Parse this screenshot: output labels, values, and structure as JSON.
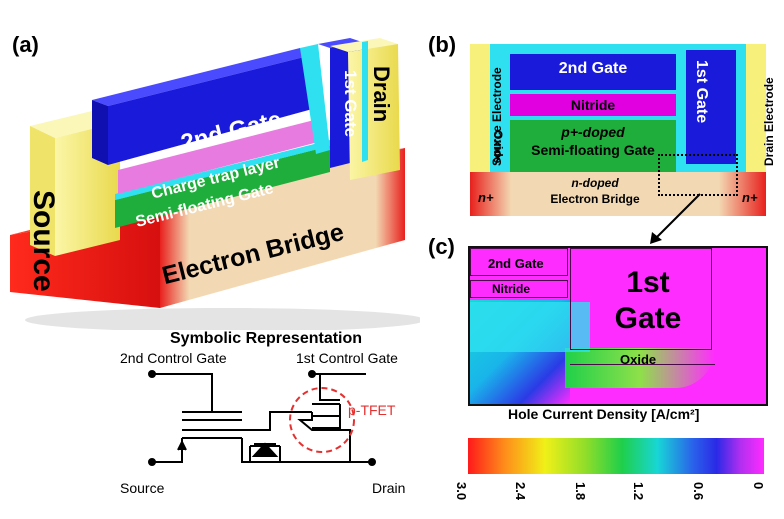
{
  "panel_a": {
    "label": "(a)",
    "source": "Source",
    "drain": "Drain",
    "gate2": "2nd Gate",
    "gate1": "1st Gate",
    "charge_trap": "Charge trap layer",
    "semi_floating": "Semi-floating Gate",
    "electron_bridge": "Electron Bridge"
  },
  "symbolic": {
    "title": "Symbolic Representation",
    "control_gate_2": "2nd Control Gate",
    "control_gate_1": "1st Control Gate",
    "source": "Source",
    "drain": "Drain",
    "tfet": "p-TFET"
  },
  "panel_b": {
    "label": "(b)",
    "source_electrode": "Source Electrode",
    "drain_electrode": "Drain Electrode",
    "oxide": "Oxide",
    "gate2": "2nd Gate",
    "nitride": "Nitride",
    "gate1": "1st Gate",
    "semi_floating_line1": "p+-doped",
    "semi_floating_line2": "Semi-floating Gate",
    "n_plus_left": "n+",
    "n_plus_right": "n+",
    "bridge_line1": "n-doped",
    "bridge_line2": "Electron Bridge"
  },
  "panel_c": {
    "label": "(c)",
    "gate2": "2nd Gate",
    "nitride": "Nitride",
    "gate1_line1": "1st",
    "gate1_line2": "Gate",
    "oxide": "Oxide",
    "colorbar_title": "Hole Current  Density [A/cm²]",
    "colorbar_ticks": [
      "3.0",
      "2.4",
      "1.8",
      "1.2",
      "0.6",
      "0"
    ]
  },
  "colors": {
    "gate_blue": "#1a1adb",
    "charge_trap_pink": "#e87be0",
    "semi_floating_green": "#1fae3c",
    "bridge_tan": "#f3d9b3",
    "source_drain_yellow": "#f7f07a",
    "nplus_red": "#e8201d",
    "oxide_cyan": "#2ee0f0",
    "nitride_magenta": "#e000e0",
    "simulation_magenta": "#ff2cff"
  }
}
